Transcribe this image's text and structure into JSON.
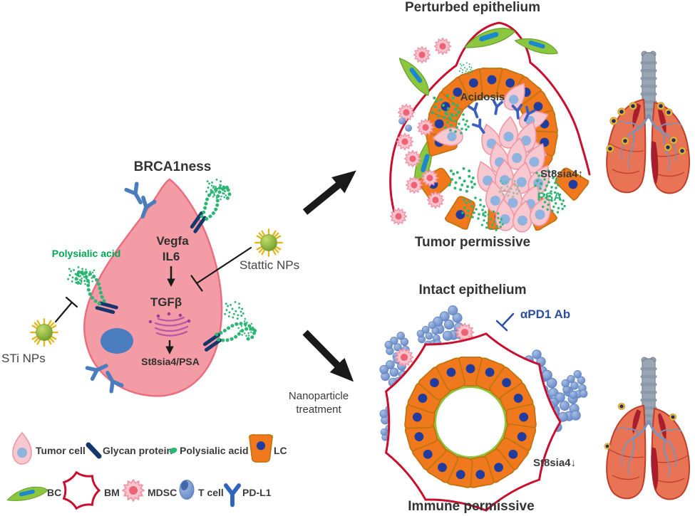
{
  "figure": {
    "left": {
      "cell_title": "BRCA1ness",
      "factor_line1": "Vegfa",
      "factor_line2": "IL6",
      "tgfb": "TGFβ",
      "st8sia4_psa": "St8sia4/PSA",
      "polysialic_acid_label": "Polysialic acid",
      "sti_nps_label": "STi NPs",
      "stattic_nps_label": "Stattic NPs"
    },
    "treatment_note_line1": "Nanoparticle",
    "treatment_note_line2": "treatment",
    "perturbed": {
      "title": "Perturbed epithelium",
      "acidosis": "Acidosis",
      "st8sia4_up": "St8sia4↑",
      "psa": "PSA",
      "caption": "Tumor permissive"
    },
    "intact": {
      "title": "Intact epithelium",
      "apd1_ab": "αPD1 Ab",
      "st8sia4_down": "St8sia4↓",
      "caption": "Immune permissive"
    },
    "legend": {
      "items": [
        {
          "label": "Tumor cell"
        },
        {
          "label": "Glycan protein"
        },
        {
          "label": "Polysialic acid"
        },
        {
          "label": "LC"
        },
        {
          "label": "BC"
        },
        {
          "label": "BM"
        },
        {
          "label": "MDSC"
        },
        {
          "label": "T cell"
        },
        {
          "label": "PD-L1"
        }
      ]
    },
    "colors": {
      "tumor_pink": "#F49CA6",
      "tumor_light_pink": "#F8C8D0",
      "lc_orange": "#F0791D",
      "lc_nucleus_navy": "#1F3C9E",
      "bc_green": "#8CC63E",
      "bm_red": "#C8102E",
      "psa_green": "#2BB673",
      "tcell_blue": "#7997CF",
      "glycan_navy": "#16366E",
      "pdl1_blue": "#2F63BE",
      "np_green": "#76A62C",
      "np_spike_yellow": "#E3B71E",
      "text_green": "#00A651",
      "text_blue": "#2B4EA2",
      "lung_salmon": "#E97455",
      "lung_dark_red": "#A81E2C"
    }
  }
}
